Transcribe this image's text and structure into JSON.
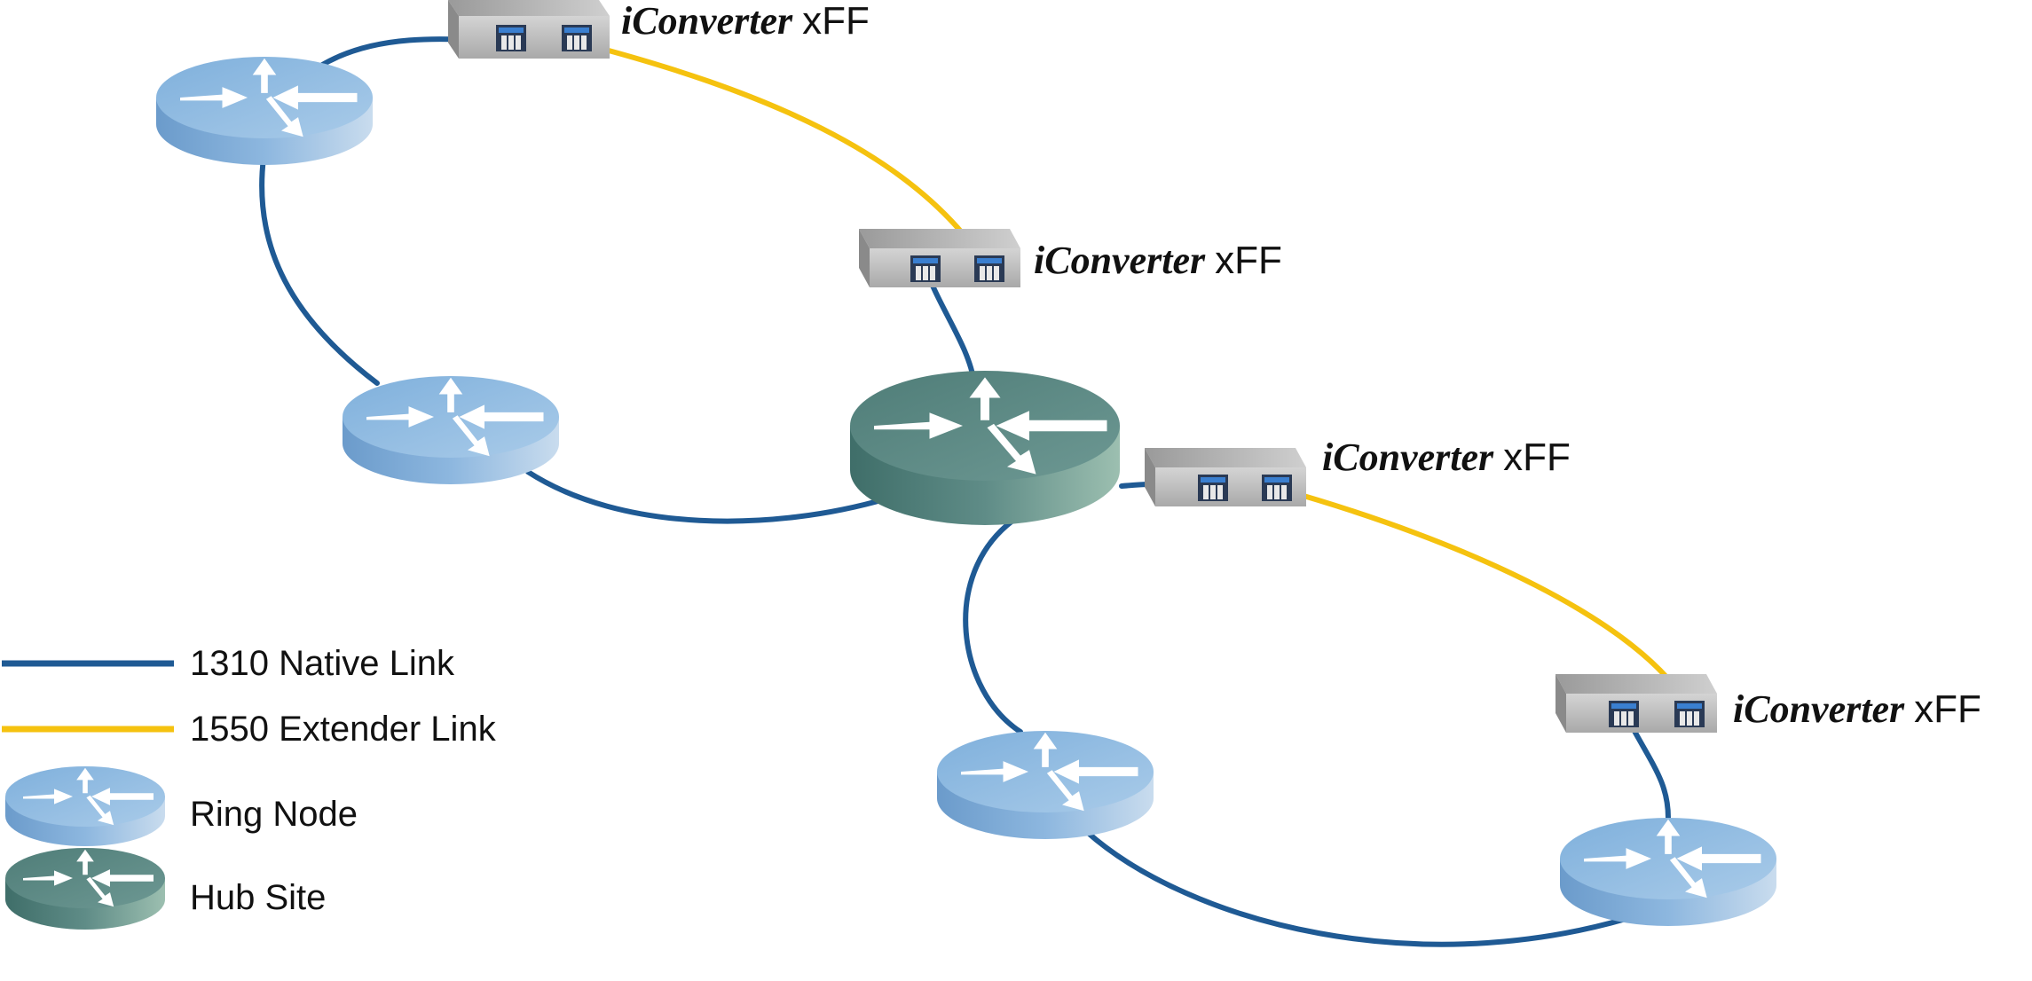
{
  "colors": {
    "native_link": "#1f5a94",
    "extender_link": "#f5c20f",
    "ring_node_top": "#8fbbe0",
    "ring_node_side": "#6e9ecb",
    "hub_top": "#5f8c87",
    "hub_side": "#4d7a74",
    "converter_body": "#a8a8a8",
    "background": "#ffffff"
  },
  "icons": {
    "ring_node": "router-icon",
    "hub_site": "router-icon",
    "converter": "media-converter-icon"
  },
  "converters": [
    {
      "brand": "iConverter",
      "model": "xFF"
    },
    {
      "brand": "iConverter",
      "model": "xFF"
    },
    {
      "brand": "iConverter",
      "model": "xFF"
    },
    {
      "brand": "iConverter",
      "model": "xFF"
    }
  ],
  "legend": {
    "native_link_label": "1310 Native Link",
    "extender_link_label": "1550 Extender Link",
    "ring_node_label": "Ring Node",
    "hub_site_label": "Hub Site"
  }
}
